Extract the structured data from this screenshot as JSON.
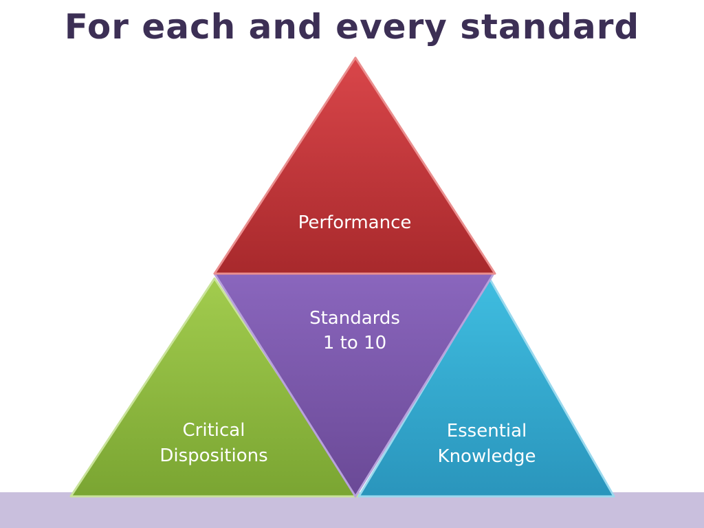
{
  "slide": {
    "title": "For each and every standard",
    "colors": {
      "title": "#3c2f55",
      "footer_band": "#c9bfdd",
      "top_triangle": "#c0393a",
      "center_triangle": "#7b58ad",
      "left_triangle": "#8dbb3d",
      "right_triangle": "#2fa9cc"
    }
  },
  "diagram": {
    "top": {
      "label": "Performance"
    },
    "center": {
      "line1": "Standards",
      "line2": "1 to 10"
    },
    "left": {
      "line1": "Critical",
      "line2": "Dispositions"
    },
    "right": {
      "line1": "Essential",
      "line2": "Knowledge"
    }
  }
}
